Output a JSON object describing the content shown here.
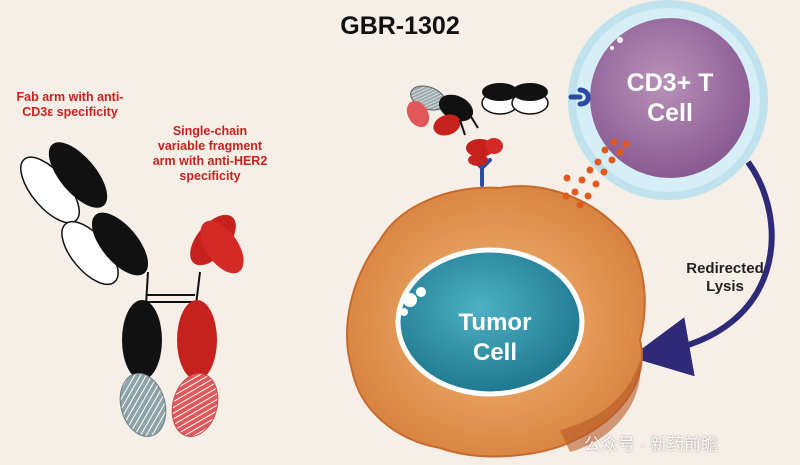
{
  "title": "GBR-1302",
  "labels": {
    "fab_arm": "Fab arm with anti-CD3ε specificity",
    "scfv_arm": "Single-chain variable fragment arm with anti-HER2 specificity",
    "t_cell": "CD3+ T Cell",
    "tumor_cell": "Tumor Cell",
    "redirected_lysis": "Redirected Lysis"
  },
  "watermark": "公众号 · 新药前瞻",
  "colors": {
    "anti_cd3_red": "#c7211d",
    "t_cell_body": "#9a6aa0",
    "tumor_outer": "#e89a55",
    "tumor_nucleus": "#2b8fa6",
    "arrow": "#2e2a78"
  }
}
